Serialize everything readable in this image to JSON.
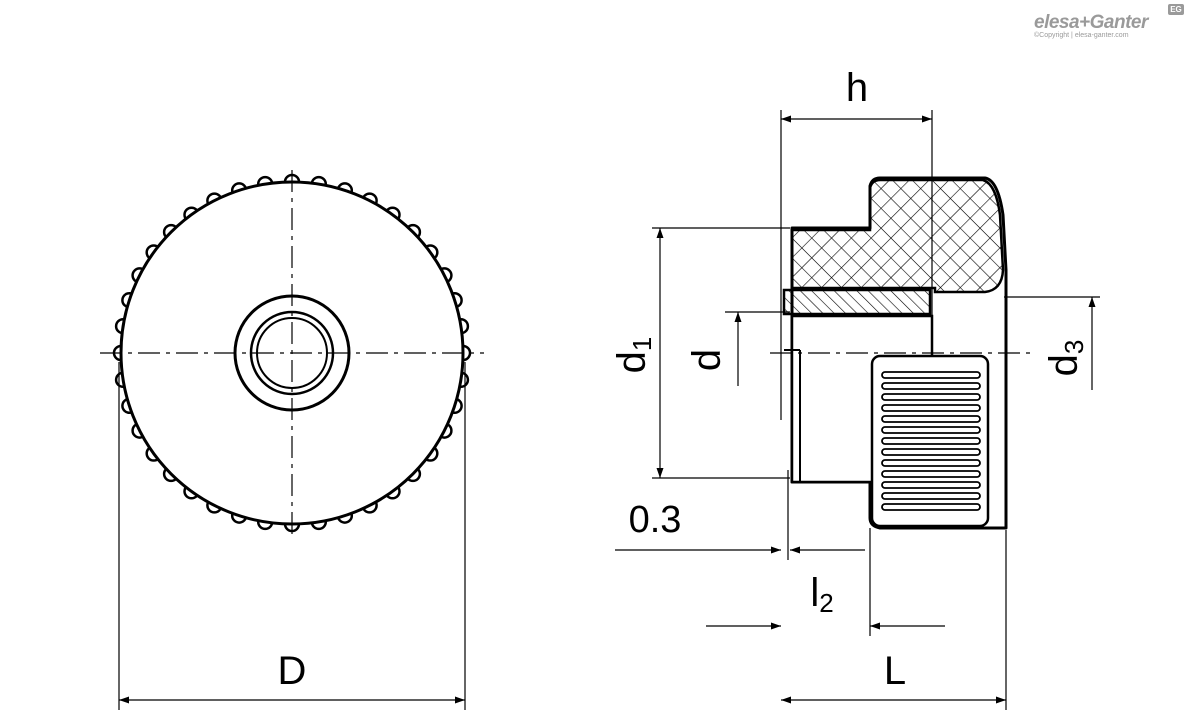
{
  "brand": {
    "name": "elesa+Ganter",
    "copyright": "©Copyright | elesa-ganter.com",
    "badge": "EG"
  },
  "dimensions": {
    "h": "h",
    "d1": "d",
    "d1_sub": "1",
    "d": "d",
    "d3": "d",
    "d3_sub": "3",
    "clearance": "0.3",
    "l2": "l",
    "l2_sub": "2",
    "L": "L",
    "D": "D"
  }
}
